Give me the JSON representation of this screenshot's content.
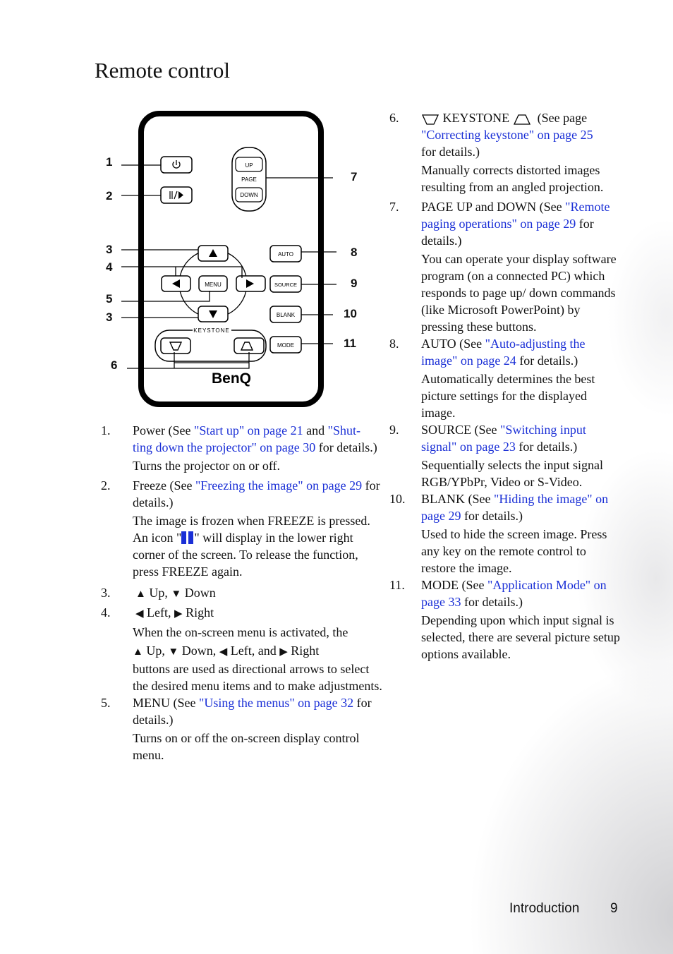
{
  "page": {
    "title": "Remote control",
    "footer_section": "Introduction",
    "footer_page": "9"
  },
  "remote": {
    "brand": "BenQ",
    "buttons": {
      "up_label": "UP",
      "page_label": "PAGE",
      "down_label": "DOWN",
      "auto_label": "AUTO",
      "menu_label": "MENU",
      "source_label": "SOURCE",
      "blank_label": "BLANK",
      "keystone_label": "KEYSTONE",
      "mode_label": "MODE"
    },
    "callouts": [
      "1",
      "2",
      "3",
      "4",
      "5",
      "3",
      "6",
      "7",
      "8",
      "9",
      "10",
      "11"
    ]
  },
  "items": [
    {
      "num": "1.",
      "pre": "Power (See ",
      "link1": "\"Start up\" on page 21",
      "mid": " and ",
      "link2": "\"Shut- ting down the projector\" on page 30",
      "post": " for details.)",
      "desc": "Turns the projector on or off."
    },
    {
      "num": "2.",
      "pre": "Freeze (See ",
      "link1": "\"Freezing the image\" on page 29",
      "post": " for details.)",
      "desc1": "The image is frozen when FREEZE is pressed. An icon \"",
      "desc2": "\" will display in the lower right corner of the screen. To release the function, press FREEZE again."
    },
    {
      "num": "3.",
      "text1": "Up, ",
      "text2": "Down"
    },
    {
      "num": "4.",
      "text1": "Left, ",
      "text2": "Right",
      "desc1": "When the on-screen menu is activated, the",
      "d_up": "Up",
      ",": ",",
      "d_down": "Down",
      "d_left": "Left",
      "d_and": ", and",
      "d_right": "Right",
      "desc2": "buttons are used as directional arrows to select the desired menu items and to make adjustments."
    },
    {
      "num": "5.",
      "pre": "MENU (See ",
      "link1": "\"Using the menus\" on page 32",
      "post": " for details.)",
      "desc": "Turns on or off the on-screen display control menu."
    },
    {
      "num": "6.",
      "label": "KEYSTONE",
      "pre": "(See page ",
      "link1": "\"Correcting keystone\" on page 25",
      "post": "for details.)",
      "desc": "Manually corrects distorted images resulting from an angled projection."
    },
    {
      "num": "7.",
      "pre": "PAGE UP and DOWN (See ",
      "link1": "\"Remote paging operations\" on page 29",
      "post": " for details.)",
      "desc": "You can operate your display software program (on a connected PC) which responds to page up/ down commands (like Microsoft PowerPoint) by pressing these buttons."
    },
    {
      "num": "8.",
      "pre": "AUTO (See ",
      "link1": "\"Auto-adjusting the image\" on page 24",
      "post": " for details.)",
      "desc": "Automatically determines the best picture settings for the displayed image."
    },
    {
      "num": "9.",
      "pre": "SOURCE (See ",
      "link1": "\"Switching input signal\" on page 23",
      "post": " for details.)",
      "desc": "Sequentially selects the input signal RGB/YPbPr, Video or S-Video."
    },
    {
      "num": "10.",
      "pre": "BLANK (See ",
      "link1": "\"Hiding the image\" on page 29",
      "post": " for details.)",
      "desc": "Used to hide the screen image. Press any key on the remote control to restore the image."
    },
    {
      "num": "11.",
      "pre": "MODE (See ",
      "link1": "\"Application Mode\" on page 33",
      "post": " for details.)",
      "desc": "Depending upon which input signal is selected, there are several picture setup options available."
    }
  ]
}
